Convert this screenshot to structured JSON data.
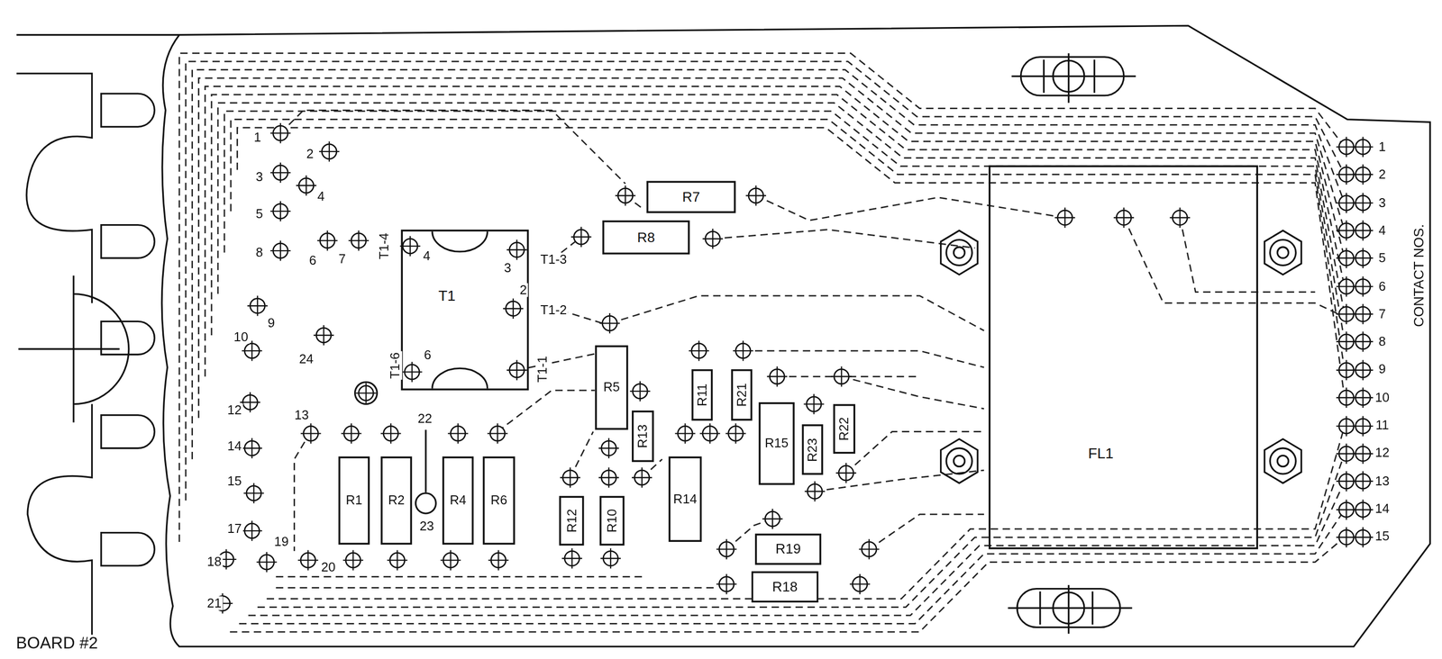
{
  "diagram": {
    "nodes": [
      {
        "text": [
          "T1"
        ]
      },
      {
        "text": [
          "R7"
        ]
      },
      {
        "text": [
          "R8"
        ]
      },
      {
        "text": [
          "R5"
        ]
      },
      {
        "text": [
          "R11"
        ]
      },
      {
        "text": [
          "R21"
        ]
      },
      {
        "text": [
          "R13"
        ]
      },
      {
        "text": [
          "R15"
        ]
      },
      {
        "text": [
          "R23"
        ]
      },
      {
        "text": [
          "R22"
        ]
      },
      {
        "text": [
          "R1"
        ]
      },
      {
        "text": [
          "R2"
        ]
      },
      {
        "text": [
          "R4"
        ]
      },
      {
        "text": [
          "R6"
        ]
      },
      {
        "text": [
          "R12"
        ]
      },
      {
        "text": [
          "R10"
        ]
      },
      {
        "text": [
          "R14"
        ]
      },
      {
        "text": [
          "R19"
        ]
      },
      {
        "text": [
          "R18"
        ]
      },
      {
        "text": [
          "FL1"
        ]
      }
    ],
    "labels": [
      "1",
      "2",
      "3",
      "4",
      "5",
      "8",
      "6",
      "7",
      "T1-4",
      "4",
      "T1-3",
      "3",
      "2",
      "T1-2",
      "9",
      "10",
      "24",
      "T1-6",
      "6",
      "T1-1",
      "12",
      "13",
      "22",
      "14",
      "15",
      "23",
      "17",
      "19",
      "18",
      "20",
      "21",
      "BOARD #2",
      "CONTACT NOS.",
      "1",
      "2",
      "3",
      "4",
      "5",
      "6",
      "7",
      "8",
      "9",
      "10",
      "11",
      "12",
      "13",
      "14",
      "15"
    ]
  }
}
